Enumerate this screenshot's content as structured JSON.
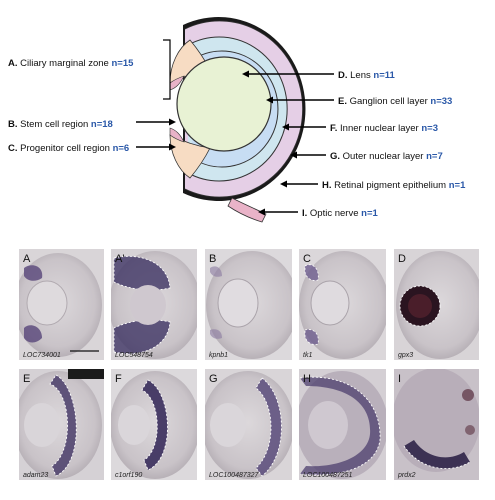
{
  "diagram": {
    "regions": [
      {
        "letter": "A.",
        "name": "Ciliary marginal zone",
        "n": "n=15"
      },
      {
        "letter": "B.",
        "name": "Stem cell region",
        "n": "n=18"
      },
      {
        "letter": "C.",
        "name": "Progenitor cell region",
        "n": "n=6"
      },
      {
        "letter": "D.",
        "name": "Lens",
        "n": "n=11"
      },
      {
        "letter": "E.",
        "name": "Ganglion cell layer",
        "n": "n=33"
      },
      {
        "letter": "F.",
        "name": "Inner nuclear layer",
        "n": "n=3"
      },
      {
        "letter": "G.",
        "name": "Outer nuclear layer",
        "n": "n=7"
      },
      {
        "letter": "H.",
        "name": "Retinal pigment epithelium",
        "n": "n=1"
      },
      {
        "letter": "I.",
        "name": "Optic nerve",
        "n": "n=1"
      }
    ],
    "colors": {
      "n_text": "#2a58a8",
      "rpe": "#1a1a1a",
      "outer_nuclear": "#e5cfe6",
      "inner_nuclear": "#cfe6ef",
      "ganglion": "#c7ddf3",
      "lens": "#e8f2d4",
      "stem_progenitor": "#f7dcc3",
      "optic_nerve": "#e9b3c8"
    }
  },
  "panels": [
    {
      "letter": "A",
      "gene": "LOC734001"
    },
    {
      "letter": "A'",
      "gene": "LOC548754"
    },
    {
      "letter": "B",
      "gene": "kpnb1"
    },
    {
      "letter": "C",
      "gene": "tk1"
    },
    {
      "letter": "D",
      "gene": "gpx3"
    },
    {
      "letter": "E",
      "gene": "adam23"
    },
    {
      "letter": "F",
      "gene": "c1orf190"
    },
    {
      "letter": "G",
      "gene": "LOC100487327"
    },
    {
      "letter": "H",
      "gene": "LOC100487251"
    },
    {
      "letter": "I",
      "gene": "prdx2"
    }
  ]
}
